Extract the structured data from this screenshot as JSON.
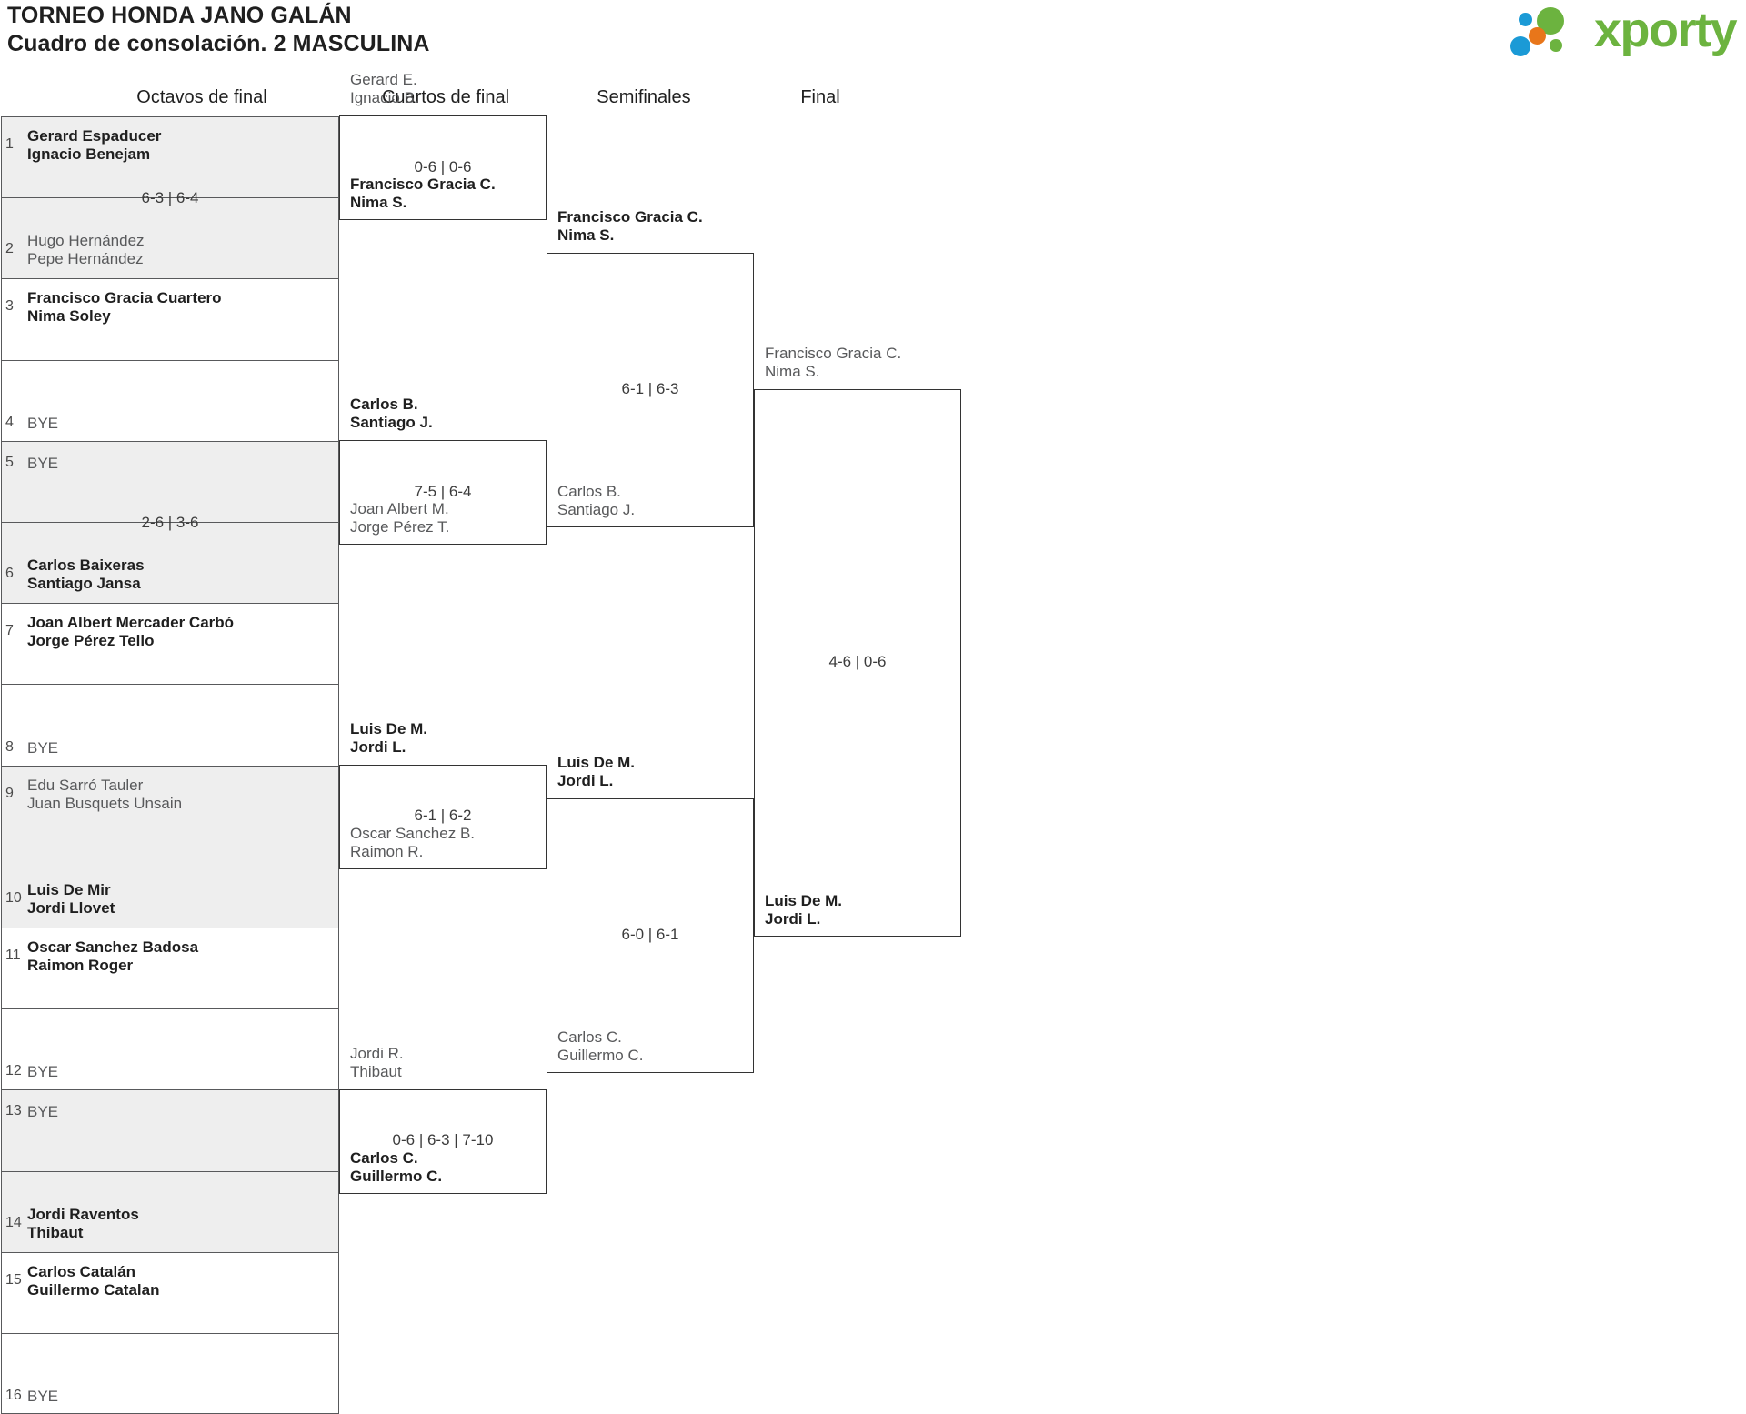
{
  "header": {
    "title_line1": "TORNEO HONDA JANO GALÁN",
    "title_line2": "Cuadro de consolación. 2 MASCULINA",
    "logo_word": "xporty",
    "logo_colors": {
      "green": "#6cb33f",
      "orange": "#e8761a",
      "blue": "#1b9ad6"
    }
  },
  "rounds": [
    {
      "label": "Octavos de final"
    },
    {
      "label": "Cuartos de final"
    },
    {
      "label": "Semifinales"
    },
    {
      "label": "Final"
    }
  ],
  "octavos": {
    "seeds": [
      {
        "num": "1",
        "line1": "Gerard Espaducer",
        "line2": "Ignacio Benejam",
        "result": "win"
      },
      {
        "num": "2",
        "line1": "Hugo Hernández",
        "line2": "Pepe Hernández",
        "result": "lose"
      },
      {
        "num": "3",
        "line1": "Francisco Gracia Cuartero",
        "line2": "Nima Soley",
        "result": "win"
      },
      {
        "num": "4",
        "line1": "BYE",
        "line2": "",
        "result": "bye"
      },
      {
        "num": "5",
        "line1": "BYE",
        "line2": "",
        "result": "bye"
      },
      {
        "num": "6",
        "line1": "Carlos Baixeras",
        "line2": "Santiago Jansa",
        "result": "win"
      },
      {
        "num": "7",
        "line1": "Joan Albert Mercader Carbó",
        "line2": "Jorge Pérez Tello",
        "result": "win"
      },
      {
        "num": "8",
        "line1": "BYE",
        "line2": "",
        "result": "bye"
      },
      {
        "num": "9",
        "line1": "Edu Sarró Tauler",
        "line2": "Juan Busquets Unsain",
        "result": "lose"
      },
      {
        "num": "10",
        "line1": "Luis De Mir",
        "line2": "Jordi Llovet",
        "result": "win"
      },
      {
        "num": "11",
        "line1": "Oscar Sanchez Badosa",
        "line2": "Raimon Roger",
        "result": "win"
      },
      {
        "num": "12",
        "line1": "BYE",
        "line2": "",
        "result": "bye"
      },
      {
        "num": "13",
        "line1": "BYE",
        "line2": "",
        "result": "bye"
      },
      {
        "num": "14",
        "line1": "Jordi Raventos",
        "line2": "Thibaut",
        "result": "win"
      },
      {
        "num": "15",
        "line1": "Carlos Catalán",
        "line2": "Guillermo Catalan",
        "result": "win"
      },
      {
        "num": "16",
        "line1": "BYE",
        "line2": "",
        "result": "bye"
      }
    ],
    "scores": [
      {
        "pair": "1-2",
        "text": "6-3 | 6-4"
      },
      {
        "pair": "9-10",
        "text": "2-6 | 3-6"
      }
    ]
  },
  "cuartos": {
    "matches": [
      {
        "top": {
          "line1": "Gerard E.",
          "line2": "Ignacio B.",
          "result": "lose"
        },
        "bottom": {
          "line1": "Francisco Gracia C.",
          "line2": "Nima S.",
          "result": "win"
        },
        "score": "0-6 | 0-6"
      },
      {
        "top": {
          "line1": "Carlos B.",
          "line2": "Santiago J.",
          "result": "win"
        },
        "bottom": {
          "line1": "Joan Albert M.",
          "line2": "Jorge Pérez T.",
          "result": "lose"
        },
        "score": "7-5 | 6-4"
      },
      {
        "top": {
          "line1": "Luis De M.",
          "line2": "Jordi L.",
          "result": "win"
        },
        "bottom": {
          "line1": "Oscar Sanchez B.",
          "line2": "Raimon R.",
          "result": "lose"
        },
        "score": "6-1 | 6-2"
      },
      {
        "top": {
          "line1": "Jordi R.",
          "line2": "Thibaut",
          "result": "lose"
        },
        "bottom": {
          "line1": "Carlos C.",
          "line2": "Guillermo C.",
          "result": "win"
        },
        "score": "0-6 | 6-3 | 7-10"
      }
    ]
  },
  "semifinales": {
    "matches": [
      {
        "top": {
          "line1": "Francisco Gracia C.",
          "line2": "Nima S.",
          "result": "win"
        },
        "bottom": {
          "line1": "Carlos B.",
          "line2": "Santiago J.",
          "result": "lose"
        },
        "score": "6-1 | 6-3"
      },
      {
        "top": {
          "line1": "Luis De M.",
          "line2": "Jordi L.",
          "result": "win"
        },
        "bottom": {
          "line1": "Carlos C.",
          "line2": "Guillermo C.",
          "result": "lose"
        },
        "score": "6-0 | 6-1"
      }
    ]
  },
  "final": {
    "match": {
      "top": {
        "line1": "Francisco Gracia C.",
        "line2": "Nima S.",
        "result": "lose"
      },
      "bottom": {
        "line1": "Luis De M.",
        "line2": "Jordi L.",
        "result": "win"
      },
      "score": "4-6 | 0-6"
    }
  }
}
